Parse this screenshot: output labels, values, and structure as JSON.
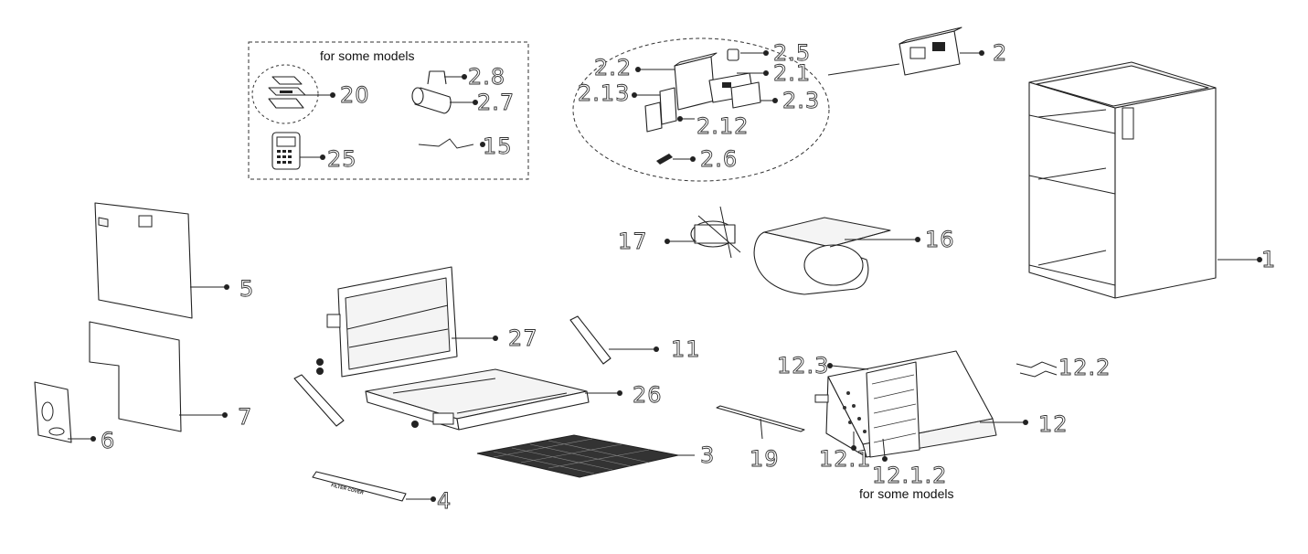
{
  "notes": {
    "accessories": "for some models",
    "coil": "for some models"
  },
  "callouts": {
    "p1": "1",
    "p2": "2",
    "p2_1": "2.1",
    "p2_2": "2.2",
    "p2_3": "2.3",
    "p2_5": "2.5",
    "p2_6": "2.6",
    "p2_7": "2.7",
    "p2_8": "2.8",
    "p2_12": "2.12",
    "p2_13": "2.13",
    "p3": "3",
    "p4": "4",
    "p5": "5",
    "p6": "6",
    "p7": "7",
    "p11": "11",
    "p12": "12",
    "p12_1": "12.1",
    "p12_1_2": "12.1.2",
    "p12_2": "12.2",
    "p12_3": "12.3",
    "p15": "15",
    "p16": "16",
    "p17": "17",
    "p19": "19",
    "p20": "20",
    "p25": "25",
    "p26": "26",
    "p27": "27"
  },
  "filter_cover_text": "FILTER COVER"
}
